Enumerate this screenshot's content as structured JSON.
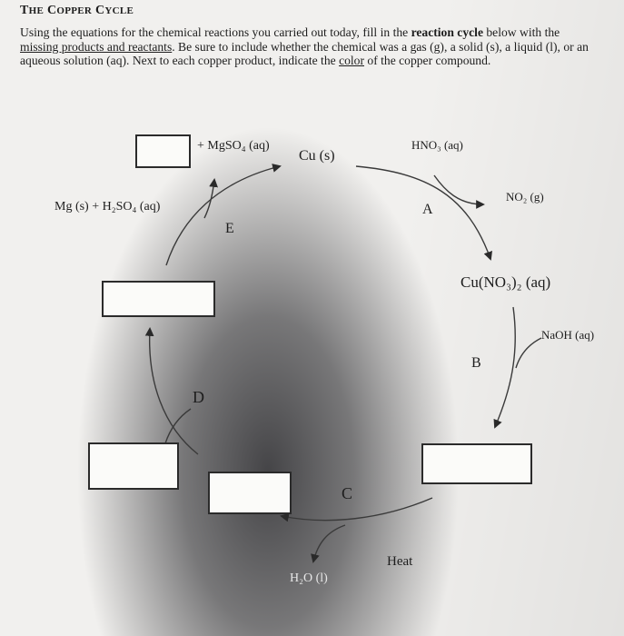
{
  "title": {
    "first_letter_1": "T",
    "rest_1": "HE",
    "first_letter_2": "C",
    "rest_2": "OPPER",
    "first_letter_3": "C",
    "rest_3": "YCLE"
  },
  "instructions": {
    "part1": "Using the equations for the chemical reactions you carried out today, fill in the ",
    "bold": "reaction cycle",
    "part2": " below with the ",
    "underline1": "missing products and reactants",
    "part3": ". Be sure to include whether the chemical was a gas (g), a solid (s), a liquid (l), or an aqueous solution (aq). Next to each copper product, indicate the ",
    "underline2": "color",
    "part4": " of the copper compound."
  },
  "cycle": {
    "cu_s": "Cu (s)",
    "hno3": "HNO₃ (aq)",
    "label_a": "A",
    "no2": "NO₂ (g)",
    "cu_no3": "Cu(NO₃)₂ (aq)",
    "naoh": "NaOH (aq)",
    "label_b": "B",
    "label_c": "C",
    "heat": "Heat",
    "h2o": "H₂O (l)",
    "label_d": "D",
    "label_e": "E",
    "mg_h2so4": "Mg (s) + H₂SO₄ (aq)",
    "mgso4": "+ MgSO₄ (aq)"
  }
}
